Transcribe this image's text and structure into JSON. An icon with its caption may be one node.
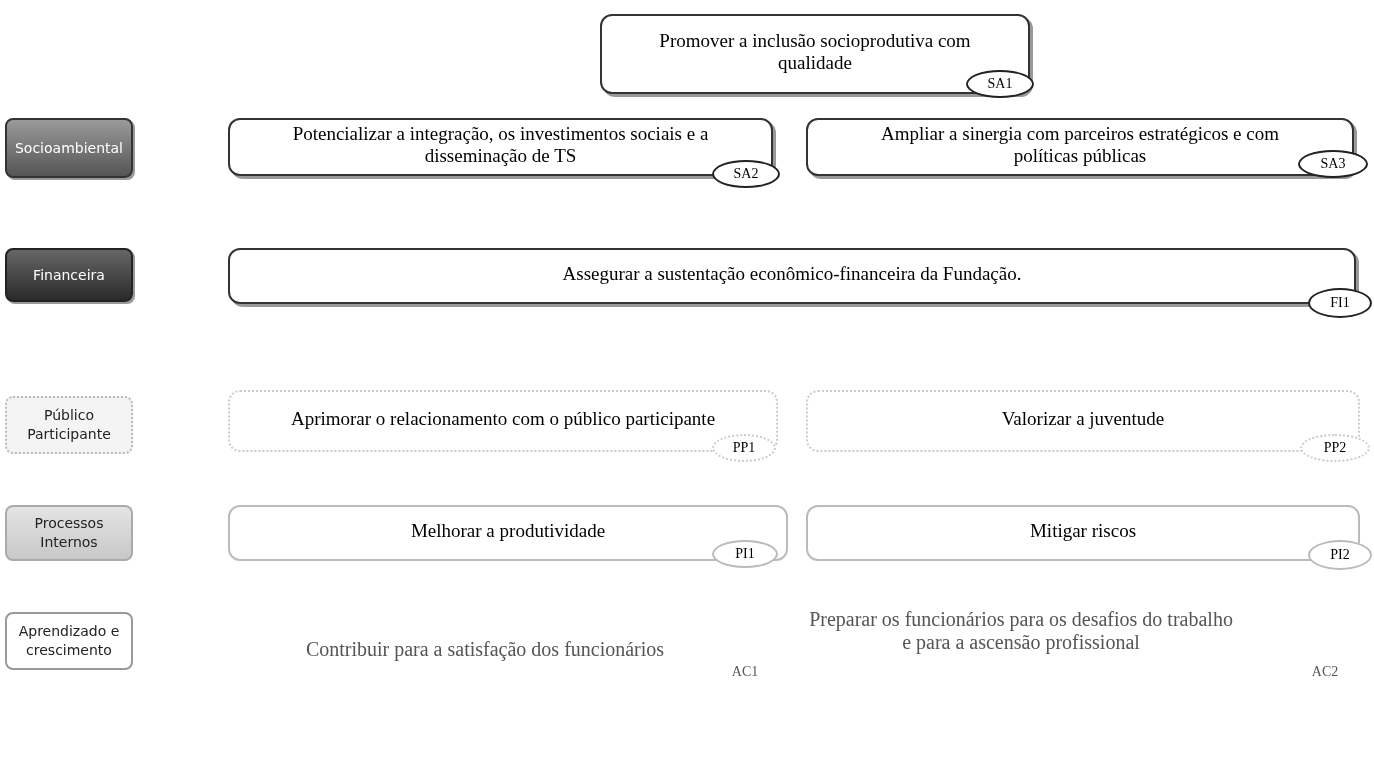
{
  "diagram": {
    "nodes": [
      {
        "text": [
          "Promover a inclusão socioprodutiva com qualidade"
        ]
      },
      {
        "text": [
          "SA1"
        ]
      },
      {
        "text": [
          "Socioambiental"
        ]
      },
      {
        "text": [
          "Potencializar a integração, os investimentos sociais e a disseminação de TS"
        ]
      },
      {
        "text": [
          "SA2"
        ]
      },
      {
        "text": [
          "Ampliar a sinergia com parceiros estratégicos e com políticas públicas"
        ]
      },
      {
        "text": [
          "SA3"
        ]
      },
      {
        "text": [
          "Financeira"
        ]
      },
      {
        "text": [
          "Assegurar a sustentação econômico-financeira da Fundação."
        ]
      },
      {
        "text": [
          "FI1"
        ]
      },
      {
        "text": [
          "Público Participante"
        ]
      },
      {
        "text": [
          "Aprimorar o relacionamento com o público participante"
        ]
      },
      {
        "text": [
          "PP1"
        ]
      },
      {
        "text": [
          "Valorizar a juventude"
        ]
      },
      {
        "text": [
          "PP2"
        ]
      },
      {
        "text": [
          "Processos Internos"
        ]
      },
      {
        "text": [
          "Melhorar a produtividade"
        ]
      },
      {
        "text": [
          "PI1"
        ]
      },
      {
        "text": [
          "Mitigar riscos"
        ]
      },
      {
        "text": [
          "PI2"
        ]
      },
      {
        "text": [
          "Aprendizado e crescimento"
        ]
      }
    ],
    "labels": [
      "Preparar os funcionários para os desafios do trabalho e para a ascensão profissional",
      "Contribuir para a satisfação dos funcionários",
      "AC1",
      "AC2"
    ]
  }
}
